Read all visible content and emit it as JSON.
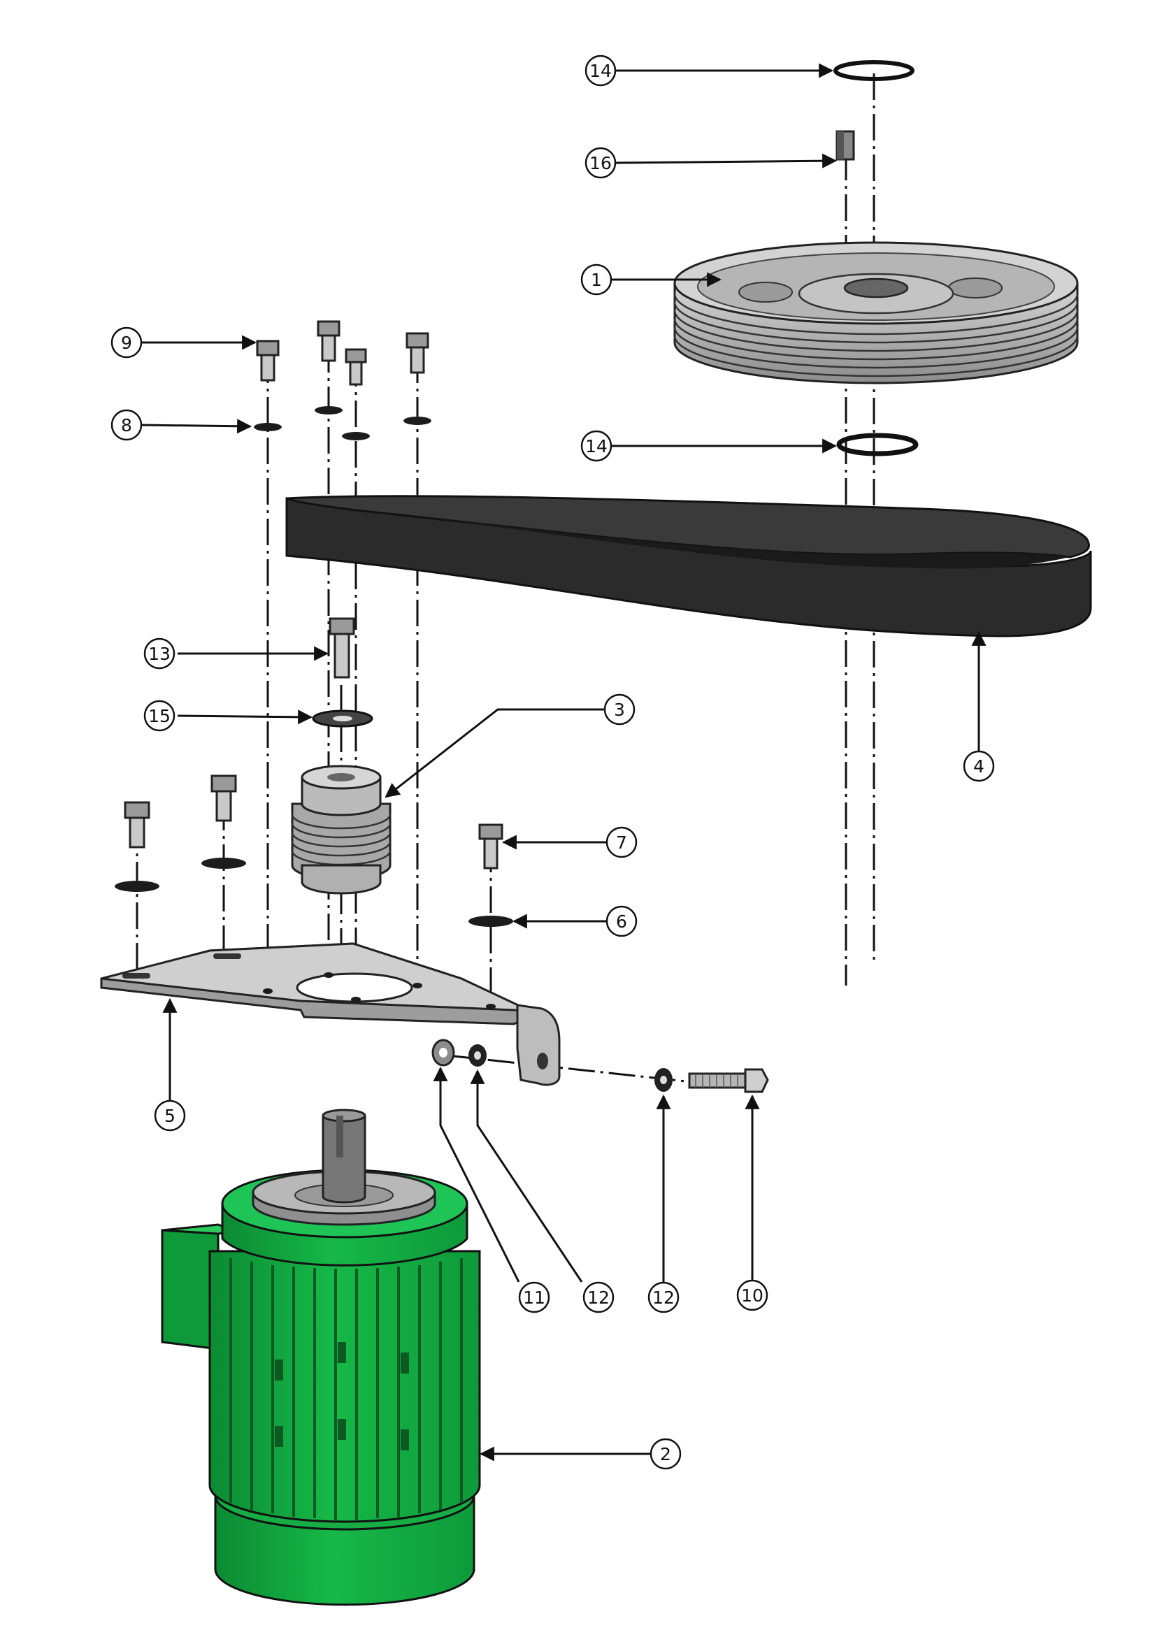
{
  "diagram": {
    "callouts": [
      {
        "id": "c14a",
        "label": "14"
      },
      {
        "id": "c16",
        "label": "16"
      },
      {
        "id": "c1",
        "label": "1"
      },
      {
        "id": "c9",
        "label": "9"
      },
      {
        "id": "c8",
        "label": "8"
      },
      {
        "id": "c14b",
        "label": "14"
      },
      {
        "id": "c13",
        "label": "13"
      },
      {
        "id": "c15",
        "label": "15"
      },
      {
        "id": "c3",
        "label": "3"
      },
      {
        "id": "c4",
        "label": "4"
      },
      {
        "id": "c7",
        "label": "7"
      },
      {
        "id": "c6",
        "label": "6"
      },
      {
        "id": "c5",
        "label": "5"
      },
      {
        "id": "c11",
        "label": "11"
      },
      {
        "id": "c12a",
        "label": "12"
      },
      {
        "id": "c12b",
        "label": "12"
      },
      {
        "id": "c10",
        "label": "10"
      },
      {
        "id": "c2",
        "label": "2"
      }
    ]
  },
  "colors": {
    "motor_green": "#16b848",
    "motor_green_dark": "#0c8a33",
    "belt": "#2b2b2b",
    "metal": "#c9c9c9",
    "line": "#111111"
  }
}
